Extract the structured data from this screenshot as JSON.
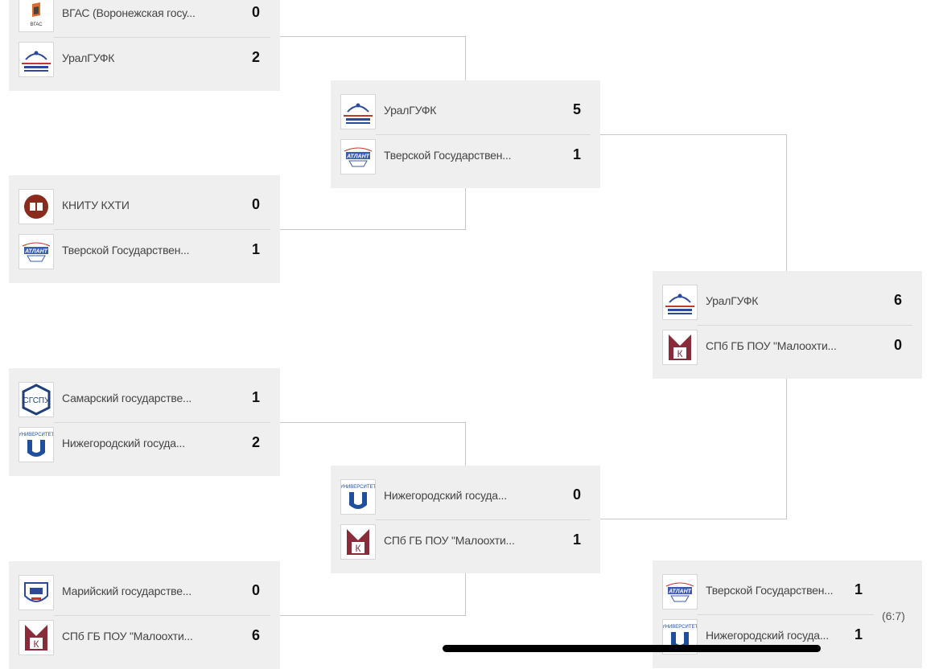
{
  "round1": [
    {
      "teams": [
        {
          "name": "ВГАС (Воронежская госу...",
          "score": "0",
          "logo": "vgas-logo"
        },
        {
          "name": "УралГУФК",
          "score": "2",
          "logo": "uralgufk-logo"
        }
      ]
    },
    {
      "teams": [
        {
          "name": "КНИТУ КХТИ",
          "score": "0",
          "logo": "knitu-logo"
        },
        {
          "name": "Тверской Государствен...",
          "score": "1",
          "logo": "atlant-logo"
        }
      ]
    },
    {
      "teams": [
        {
          "name": "Самарский государстве...",
          "score": "1",
          "logo": "sgspu-logo"
        },
        {
          "name": "Нижегородский госуда...",
          "score": "2",
          "logo": "unn-logo"
        }
      ]
    },
    {
      "teams": [
        {
          "name": "Марийский государстве...",
          "score": "0",
          "logo": "margu-logo"
        },
        {
          "name": "СПб ГБ ПОУ \"Малоохти...",
          "score": "6",
          "logo": "mk-logo"
        }
      ]
    }
  ],
  "round2": [
    {
      "teams": [
        {
          "name": "УралГУФК",
          "score": "5",
          "logo": "uralgufk-logo"
        },
        {
          "name": "Тверской Государствен...",
          "score": "1",
          "logo": "atlant-logo"
        }
      ]
    },
    {
      "teams": [
        {
          "name": "Нижегородский госуда...",
          "score": "0",
          "logo": "unn-logo"
        },
        {
          "name": "СПб ГБ ПОУ \"Малоохти...",
          "score": "1",
          "logo": "mk-logo"
        }
      ]
    }
  ],
  "final": {
    "teams": [
      {
        "name": "УралГУФК",
        "score": "6",
        "logo": "uralgufk-logo"
      },
      {
        "name": "СПб ГБ ПОУ \"Малоохти...",
        "score": "0",
        "logo": "mk-logo"
      }
    ]
  },
  "third_place": {
    "teams": [
      {
        "name": "Тверской Государствен...",
        "score": "1",
        "logo": "atlant-logo"
      },
      {
        "name": "Нижегородский госуда...",
        "score": "1",
        "logo": "unn-logo"
      }
    ],
    "penalties": "(6:7)"
  }
}
